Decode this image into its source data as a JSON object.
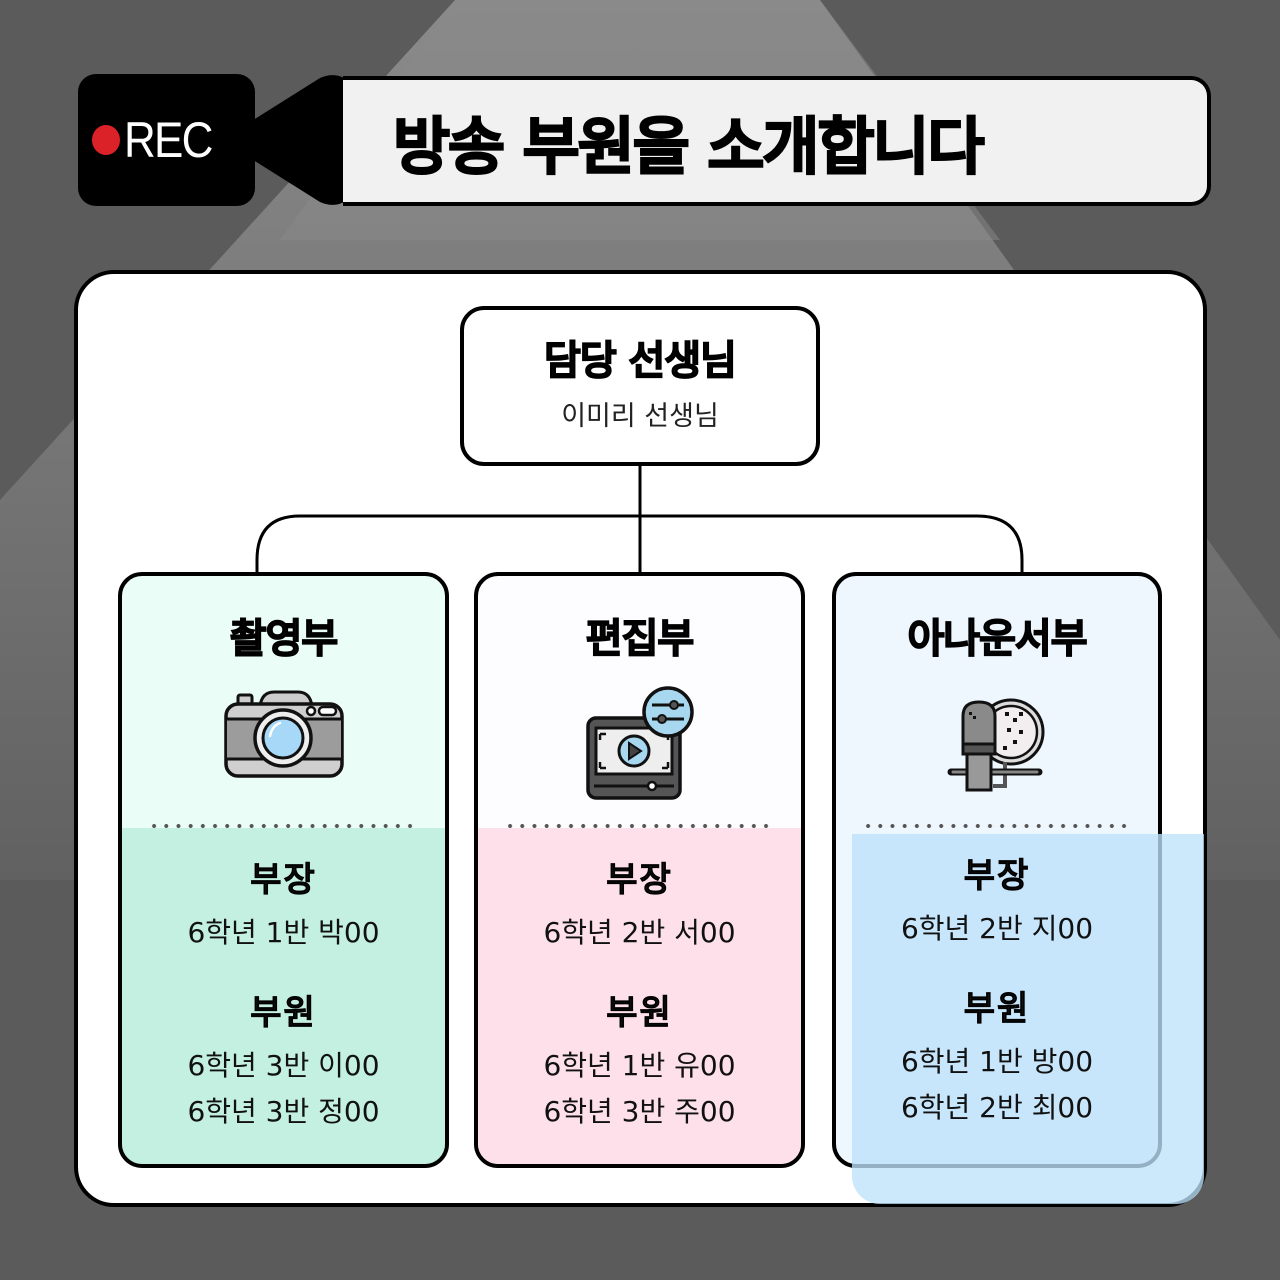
{
  "header": {
    "rec_label": "REC",
    "title": "방송 부원을 소개합니다"
  },
  "teacher": {
    "title": "담당 선생님",
    "name": "이미리 선생님"
  },
  "departments": [
    {
      "name": "촬영부",
      "icon": "camera-icon",
      "color": "#c3f0e0",
      "leader_label": "부장",
      "leader": "6학년 1반 박00",
      "members_label": "부원",
      "members": [
        "6학년 3반 이00",
        "6학년 3반 정00"
      ]
    },
    {
      "name": "편집부",
      "icon": "video-edit-icon",
      "color": "#fde0ea",
      "leader_label": "부장",
      "leader": "6학년 2반 서00",
      "members_label": "부원",
      "members": [
        "6학년 1반 유00",
        "6학년 3반 주00"
      ]
    },
    {
      "name": "아나운서부",
      "icon": "microphone-icon",
      "color": "#cbe7fa",
      "leader_label": "부장",
      "leader": "6학년 2반 지00",
      "members_label": "부원",
      "members": [
        "6학년 1반 방00",
        "6학년 2반 최00"
      ]
    }
  ],
  "colors": {
    "background": "#5b5b5b",
    "spotlight": "#858585",
    "rec_dot": "#dc2229",
    "title_bar": "#f1f1f1"
  }
}
